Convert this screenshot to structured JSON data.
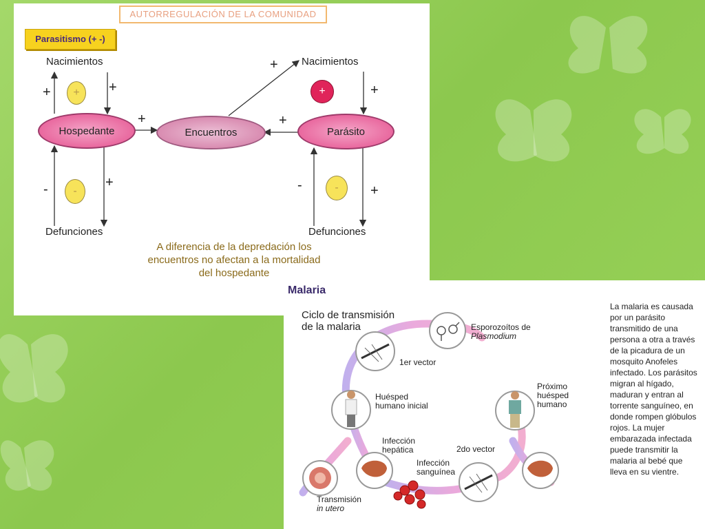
{
  "top_panel": {
    "title": "AUTORREGULACIÓN DE LA COMUNIDAD",
    "badge": "Parasitismo (+ -)",
    "nodes": {
      "host": "Hospedante",
      "encounters": "Encuentros",
      "parasite": "Parásito"
    },
    "labels": {
      "births_left": "Nacimientos",
      "births_right": "Nacimientos",
      "deaths_left": "Defunciones",
      "deaths_right": "Defunciones"
    },
    "signs": {
      "plus": "+",
      "minus": "-"
    },
    "note": "A diferencia  de la depredación los encuentros no afectan a la mortalidad del hospedante"
  },
  "bottom_panel": {
    "title": "Malaria",
    "cycle_title_line1": "Ciclo de transmisión",
    "cycle_title_line2": "de la malaria",
    "stages": {
      "sporozoites_line1": "Esporozoítos de",
      "sporozoites_line2": "Plasmodium",
      "first_vector": "1er vector",
      "initial_host_line1": "Huésped",
      "initial_host_line2": "humano inicial",
      "next_host_line1": "Próximo",
      "next_host_line2": "huésped",
      "next_host_line3": "humano",
      "hepatic_line1": "Infección",
      "hepatic_line2": "hepática",
      "second_vector": "2do vector",
      "blood_line1": "Infección",
      "blood_line2": "sanguínea",
      "utero_line1": "Transmisión",
      "utero_line2": "in utero"
    },
    "description": "La malaria es causada por un parásito transmitido de una persona a otra a través de la picadura de un mosquito Anofeles infectado. Los parásitos migran al hígado, maduran y entran al torrente sanguíneo, en donde rompen glóbulos rojos. La mujer embarazada infectada puede transmitir la malaria al bebé que lleva en su vientre."
  },
  "colors": {
    "background": "#9ad35a",
    "ellipse_pink": "#e9699f",
    "badge_yellow": "#f7d21f",
    "positive_red": "#e0245a",
    "negative_yellow": "#f7e35a"
  }
}
